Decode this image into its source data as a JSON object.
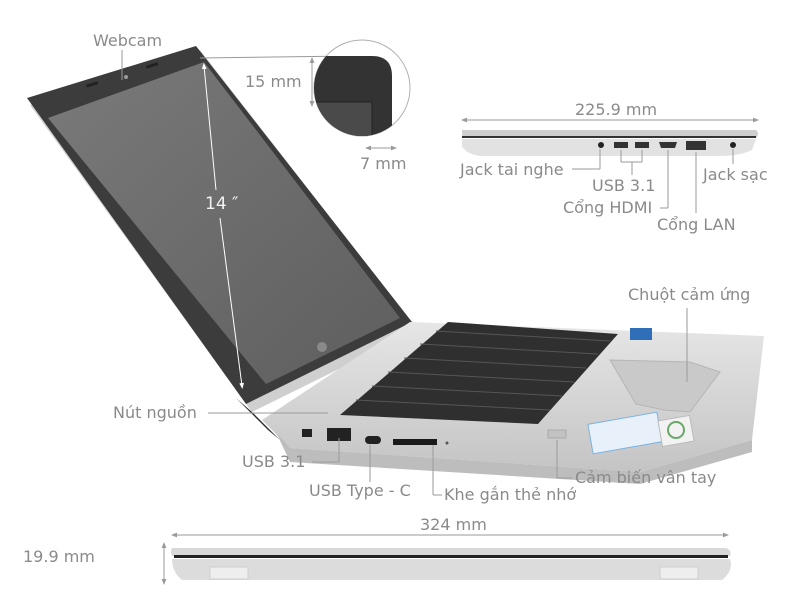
{
  "diagram": {
    "subject": "Laptop dimensions and ports",
    "colors": {
      "label": "#8a8a8a",
      "leader_line": "#9a9a9a",
      "bezel": "#3a3a3a",
      "screen": "#6b6b6b",
      "chassis": "#d4d4d4",
      "keys": "#3b3b3b"
    },
    "screen": {
      "webcam_label": "Webcam",
      "diagonal_label": "14 ″",
      "top_bezel_label": "15 mm",
      "side_bezel_label": "7 mm"
    },
    "side_view": {
      "depth_label": "225.9 mm",
      "ports": [
        {
          "label": "Jack tai nghe"
        },
        {
          "label": "USB 3.1"
        },
        {
          "label": "Cổng HDMI"
        },
        {
          "label": "Cổng LAN"
        },
        {
          "label": "Jack sạc"
        }
      ]
    },
    "main_view": {
      "callouts": [
        {
          "label": "Chuột cảm ứng"
        },
        {
          "label": "Nút nguồn"
        },
        {
          "label": "USB 3.1"
        },
        {
          "label": "USB Type - C"
        },
        {
          "label": "Khe gắn thẻ nhớ"
        },
        {
          "label": "Cảm biến vân tay"
        }
      ]
    },
    "front_view": {
      "width_label": "324 mm",
      "thickness_label": "19.9 mm"
    }
  }
}
